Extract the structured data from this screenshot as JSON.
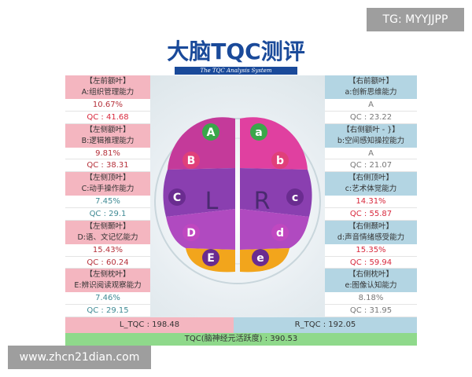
{
  "watermarks": {
    "top": "TG: MYYJJPP",
    "bottom": "www.zhcn21dian.com"
  },
  "header": {
    "title": "大脑TQC测评",
    "subtitle": "The TQC Analysis System"
  },
  "brain": {
    "left_label": "L",
    "right_label": "R",
    "regions": [
      "A",
      "B",
      "C",
      "D",
      "E",
      "a",
      "b",
      "c",
      "d",
      "e"
    ]
  },
  "left": [
    {
      "lobe": "【左前额叶】",
      "ability": "A:组织管理能力",
      "percent": "10.67%",
      "qc": "QC : 41.68"
    },
    {
      "lobe": "【左侧额叶】",
      "ability": "B:逻辑推理能力",
      "percent": "9.81%",
      "qc": "QC : 38.31"
    },
    {
      "lobe": "【左侧顶叶】",
      "ability": "C:动手操作能力",
      "percent": "7.45%",
      "qc": "QC : 29.1"
    },
    {
      "lobe": "【左侧颞叶】",
      "ability": "D:语、文记忆能力",
      "percent": "15.43%",
      "qc": "QC : 60.24"
    },
    {
      "lobe": "【左侧枕叶】",
      "ability": "E:辨识阅读观察能力",
      "percent": "7.46%",
      "qc": "QC : 29.15"
    }
  ],
  "right": [
    {
      "lobe": "【右前额叶】",
      "ability": "a:创新思维能力",
      "percent": "A",
      "qc": "QC : 23.22"
    },
    {
      "lobe": "【右侧额叶 - }】",
      "ability": "b:空间感知操控能力",
      "percent": "A",
      "qc": "QC : 21.07"
    },
    {
      "lobe": "【右侧顶叶】",
      "ability": "c:艺术体觉能力",
      "percent": "14.31%",
      "qc": "QC : 55.87"
    },
    {
      "lobe": "【右侧颞叶】",
      "ability": "d:声音情绪感受能力",
      "percent": "15.35%",
      "qc": "QC : 59.94"
    },
    {
      "lobe": "【右侧枕叶】",
      "ability": "e:图像认知能力",
      "percent": "8.18%",
      "qc": "QC : 31.95"
    }
  ],
  "totals": {
    "l_tqc": "L_TQC : 198.48",
    "r_tqc": "R_TQC : 192.05",
    "tqc": "TQC(脑神经元活跃度) : 390.53"
  },
  "colors": {
    "left_header": "#f4b6c0",
    "right_header": "#b3d5e3",
    "total": "#8fd98b",
    "title": "#1a4a9a"
  }
}
